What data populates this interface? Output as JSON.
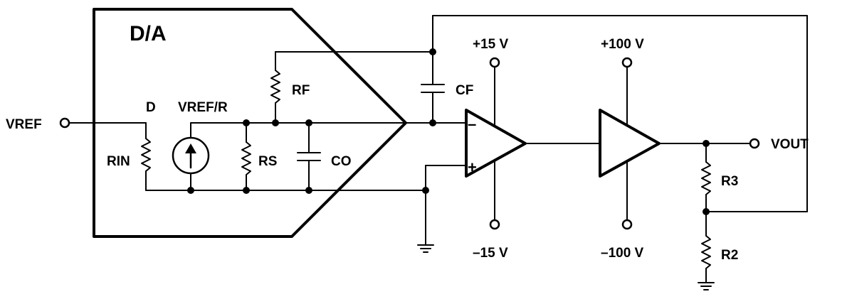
{
  "block": {
    "title": "D/A"
  },
  "labels": {
    "vref": "VREF",
    "d": "D",
    "vref_r": "VREF/R",
    "rin": "RIN",
    "rs": "RS",
    "rf": "RF",
    "co": "CO",
    "cf": "CF",
    "vout": "VOUT",
    "r3": "R3",
    "r2": "R2"
  },
  "supplies": {
    "pos_low": "+15 V",
    "neg_low": "–15 V",
    "pos_high": "+100 V",
    "neg_high": "–100 V"
  },
  "opamp": {
    "inverting": "–",
    "noninverting": "+"
  }
}
